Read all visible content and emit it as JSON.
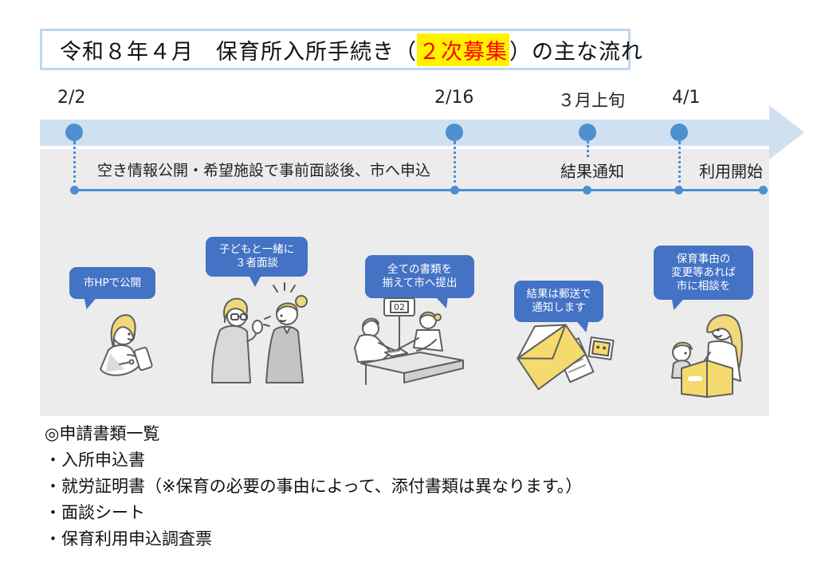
{
  "title": {
    "prefix": "令和８年４月　保育所入所手続き（",
    "highlight": "２次募集",
    "suffix": "）の主な流れ"
  },
  "timeline": {
    "dates": [
      {
        "label": "2/2"
      },
      {
        "label": "2/16"
      },
      {
        "label": "３月上旬"
      },
      {
        "label": "4/1"
      }
    ],
    "stages": [
      {
        "label": "空き情報公開・希望施設で事前面談後、市へ申込"
      },
      {
        "label": "結果通知"
      },
      {
        "label": "利用開始"
      }
    ]
  },
  "bubbles": [
    {
      "lines": [
        "市HPで公開"
      ]
    },
    {
      "lines": [
        "子どもと一緒に",
        "３者面談"
      ]
    },
    {
      "lines": [
        "全ての書類を",
        "揃えて市へ提出"
      ]
    },
    {
      "lines": [
        "結果は郵送で",
        "通知します"
      ]
    },
    {
      "lines": [
        "保育事由の",
        "変更等あれば",
        "市に相談を"
      ]
    }
  ],
  "illustrations": {
    "names": [
      "woman-browsing-phone",
      "parent-interview",
      "document-submission-counter",
      "mailed-result-envelope",
      "parent-child-reading"
    ],
    "counter_sign_label": "02"
  },
  "documents": {
    "heading": "◎申請書類一覧",
    "items": [
      "・入所申込書",
      "・就労証明書（※保育の必要の事由によって、添付書類は異なります。）",
      "・面談シート",
      "・保育利用申込調査票"
    ]
  },
  "colors": {
    "band_blue": "#CFE0F1",
    "accent_blue": "#4E8FD0",
    "bubble_blue": "#4472C4",
    "panel_gray": "#ECECEC",
    "title_border_blue": "#BDD7EE",
    "highlight_yellow": "#FFF100",
    "highlight_text_red": "#FF0000",
    "illustration_yellow": "#F1D87A"
  }
}
